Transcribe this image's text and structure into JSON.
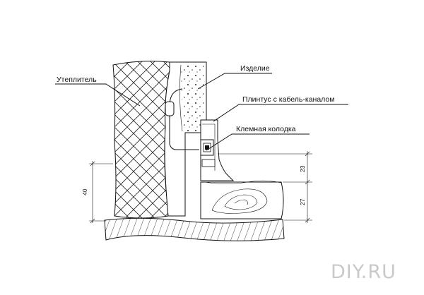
{
  "labels": {
    "insulation": "Утеплитель",
    "product": "Изделие",
    "plinth": "Плинтус с кабель-каналом",
    "terminal_block": "Клемная колодка"
  },
  "dimensions": {
    "left_height": "40",
    "upper_right": "23",
    "lower_right": "27"
  },
  "watermark": "DIY.RU"
}
